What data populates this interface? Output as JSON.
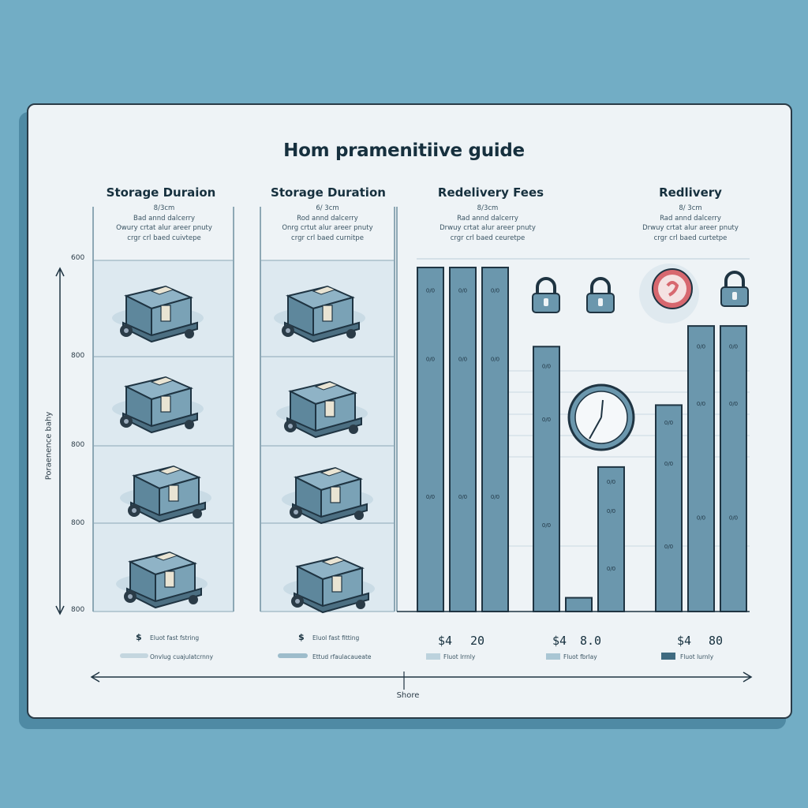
{
  "title": "Hom pramenitiive guide",
  "columns": [
    {
      "header": "Storage Duraion",
      "sub": [
        "8/3cm",
        "Bad annd dalcerry",
        "Owury crtat alur areer pnuty",
        "crgr crl baed cuivtepe"
      ]
    },
    {
      "header": "Storage Duration",
      "sub": [
        "6/ 3cm",
        "Rod annd dalcerry",
        "Onrg crtut alur areer pnuty",
        "crgr crl baed curnitpe"
      ]
    },
    {
      "header": "Redelivery Fees",
      "sub": [
        "8/3cm",
        "Rad annd dalcerry",
        "Drwuy crtat alur areer pnuty",
        "crgr crl baed ceuretpe"
      ]
    },
    {
      "header": "Redlivery",
      "sub": [
        "8/ 3cm",
        "Rad annd dalcerry",
        "Drwuy crtat alur areer pnuty",
        "crgr crl baed curtetpe"
      ]
    }
  ],
  "y_axis": {
    "label": "Poraenence bahy",
    "ticks": [
      "600",
      "800",
      "800",
      "800",
      "800"
    ]
  },
  "x_axis": {
    "label": "Shore"
  },
  "legend": [
    {
      "dollar": "$",
      "text": "Eluot fast fstring",
      "sub": "Onvlug cuajulatcrnny"
    },
    {
      "dollar": "$",
      "text": "Eluol fast fitting",
      "sub": "Ettud rfaulacaueate"
    }
  ],
  "prices": [
    {
      "a": "$4",
      "b": "20",
      "sub": "Fluot lrrnly"
    },
    {
      "a": "$4",
      "b": "8.0",
      "sub": "Fluot fbrlay"
    },
    {
      "a": "$4",
      "b": "80",
      "sub": "Fluot lurnly"
    }
  ],
  "icons": [
    "box-cart-icon",
    "lock-icon",
    "clock-icon",
    "heart-badge-icon"
  ],
  "colors": {
    "bar": "#6b97ad",
    "bar_stroke": "#1f3442",
    "panel": "#dde9f0",
    "accent_red": "#d7686f",
    "frame": "#2a3b47"
  },
  "chart_data": {
    "type": "bar",
    "x_label": "Shore",
    "y_label": "Poraenence bahy",
    "groups": [
      {
        "name": "Redelivery Fees",
        "values": [
          100,
          100,
          100
        ]
      },
      {
        "name": "",
        "values": [
          77,
          4,
          42
        ]
      },
      {
        "name": "Redlivery",
        "values": [
          60,
          83,
          83
        ]
      }
    ],
    "value_labels": [
      [
        "0/0",
        "0/0",
        "0/0"
      ],
      [
        "0/0",
        "",
        "0/0"
      ],
      [
        "0/0",
        "0/0",
        "0/0"
      ]
    ],
    "ylim": [
      0,
      100
    ],
    "grid": true
  }
}
